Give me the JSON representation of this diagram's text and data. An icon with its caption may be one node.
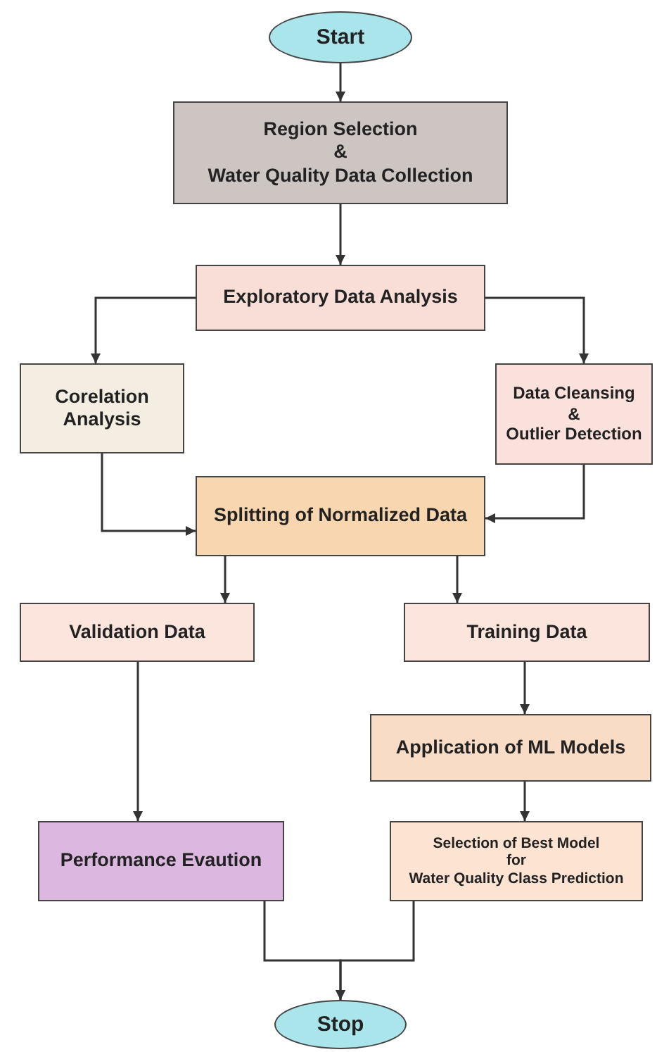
{
  "diagram": {
    "nodes": [
      {
        "text": [
          "Start"
        ]
      },
      {
        "text": [
          "Region Selection",
          "&",
          "Water Quality Data Collection"
        ]
      },
      {
        "text": [
          "Exploratory Data Analysis"
        ]
      },
      {
        "text": [
          "Corelation Analysis"
        ]
      },
      {
        "text": [
          "Data Cleansing",
          "&",
          "Outlier Detection"
        ]
      },
      {
        "text": [
          "Splitting of Normalized Data"
        ]
      },
      {
        "text": [
          "Validation Data"
        ]
      },
      {
        "text": [
          "Training Data"
        ]
      },
      {
        "text": [
          "Application of ML Models"
        ]
      },
      {
        "text": [
          "Performance Evaution"
        ]
      },
      {
        "text": [
          "Selection of Best Model",
          "for",
          "Water Quality Class Prediction"
        ]
      },
      {
        "text": [
          "Stop"
        ]
      }
    ],
    "edges": [
      {
        "from": 0,
        "to": 1,
        "arrow": "to"
      },
      {
        "from": 1,
        "to": 2,
        "arrow": "to"
      },
      {
        "from": 2,
        "to": 3,
        "arrow": "to"
      },
      {
        "from": 2,
        "to": 4,
        "arrow": "to"
      },
      {
        "from": 3,
        "to": 5,
        "arrow": "to"
      },
      {
        "from": 4,
        "to": 5,
        "arrow": "to"
      },
      {
        "from": 5,
        "to": 6,
        "arrow": "to"
      },
      {
        "from": 5,
        "to": 7,
        "arrow": "to"
      },
      {
        "from": 6,
        "to": 9,
        "arrow": "to"
      },
      {
        "from": 7,
        "to": 8,
        "arrow": "to"
      },
      {
        "from": 8,
        "to": 10,
        "arrow": "to"
      },
      {
        "from": 9,
        "to": 11,
        "arrow": "to"
      },
      {
        "from": 10,
        "to": 11,
        "arrow": "to"
      }
    ]
  }
}
